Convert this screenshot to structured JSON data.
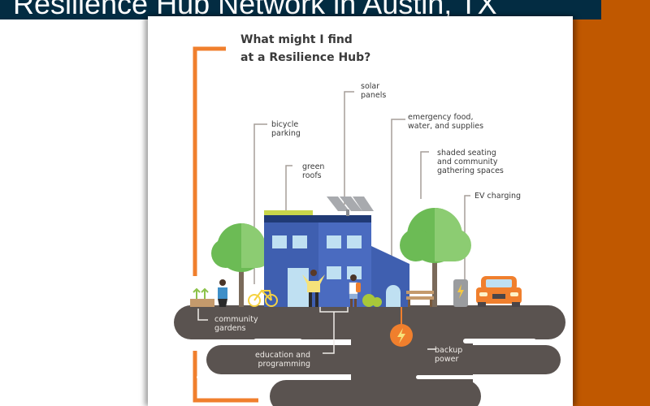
{
  "slide": {
    "title": "Resilience Hub Network in Austin, TX"
  },
  "infographic": {
    "heading_line1": "What might I find",
    "heading_line2": "at a Resilience Hub?",
    "labels": {
      "solar_panels": "solar\npanels",
      "bicycle_parking": "bicycle\nparking",
      "emergency_supplies": "emergency food,\nwater, and supplies",
      "green_roofs": "green\nroofs",
      "shaded_seating": "shaded seating\nand community\ngathering spaces",
      "ev_charging": "EV charging",
      "community_gardens": "community\ngardens",
      "backup_power": "backup\npower",
      "education": "education and\nprogramming"
    }
  },
  "colors": {
    "title_bar": "#032c42",
    "side_panel": "#c05800",
    "accent_orange": "#f07f2d",
    "road": "#5a5350",
    "building_blue": "#3f5fb0",
    "tree_green": "#6cbb55"
  }
}
